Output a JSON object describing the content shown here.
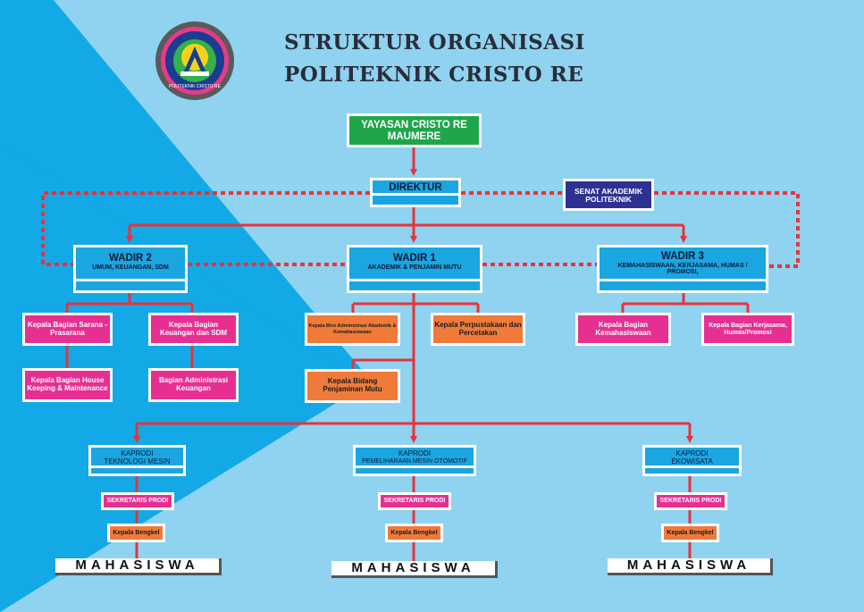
{
  "title": {
    "line1": "STRUKTUR ORGANISASI",
    "line2": "POLITEKNIK CRISTO RE"
  },
  "logo": {
    "icon": "politeknik-cristo-re-emblem",
    "text": "POLITEKNIK CRISTO RE"
  },
  "colors": {
    "background": "#8fd3f0",
    "triangle": "#13a9e6",
    "top_box": "#1fa64b",
    "senat": "#2e3192",
    "blue_box": "#1aa6e0",
    "pink_box": "#e72f92",
    "orange_box": "#f07a3a",
    "line": "#e8333a"
  },
  "nodes": {
    "yayasan": "YAYASAN CRISTO RE MAUMERE",
    "direktur": "DIREKTUR",
    "senat": "SENAT AKADEMIK POLITEKNIK",
    "wadir2": {
      "title": "WADIR 2",
      "sub": "UMUM, KEUANGAN, SDM"
    },
    "wadir1": {
      "title": "WADIR 1",
      "sub": "AKADEMIK & PENJAMIN MUTU"
    },
    "wadir3": {
      "title": "WADIR 3",
      "sub": "KEMAHASISWAAN, KERJASAMA, HUMAS / PROMOSI,"
    },
    "kb_sarana": "Kepala Bagian Sarana - Prasarana",
    "kb_keuangan": "Kepala Bagian Keuangan dan SDM",
    "kb_house": "Kepala Bagian House Keeping & Maintenance",
    "bag_admin": "Bagian Administrasi Keuangan",
    "biro_admin": "Kepala Biro Administrasi Akademik & Kemahasiswaan",
    "perpustakaan": "Kepala Perpustakaan dan Percetakan",
    "bidang_mutu": "Kepala Bidang Penjaminan Mutu",
    "kb_kemahasiswaan": "Kepala Bagian Kemahasiswaan",
    "kb_kerjasama": "Kepala Bagian Kerjasama, Humas/Promosi"
  },
  "prodi": [
    {
      "title": "KAPRODI",
      "name": "TEKNOLOGI MESIN",
      "sekretaris": "SEKRETARIS PRODI",
      "bengkel": "Kepala Bengkel",
      "mahasiswa": "MAHASISWA"
    },
    {
      "title": "KAPRODI",
      "name": "PEMELIHARAAN MESIN OTOMOTIF",
      "sekretaris": "SEKRETARIS PRODI",
      "bengkel": "Kepala Bengkel",
      "mahasiswa": "MAHASISWA"
    },
    {
      "title": "KAPRODI",
      "name": "EKOWISATA",
      "sekretaris": "SEKRETARIS PRODI",
      "bengkel": "Kepala Bengkel",
      "mahasiswa": "MAHASISWA"
    }
  ]
}
